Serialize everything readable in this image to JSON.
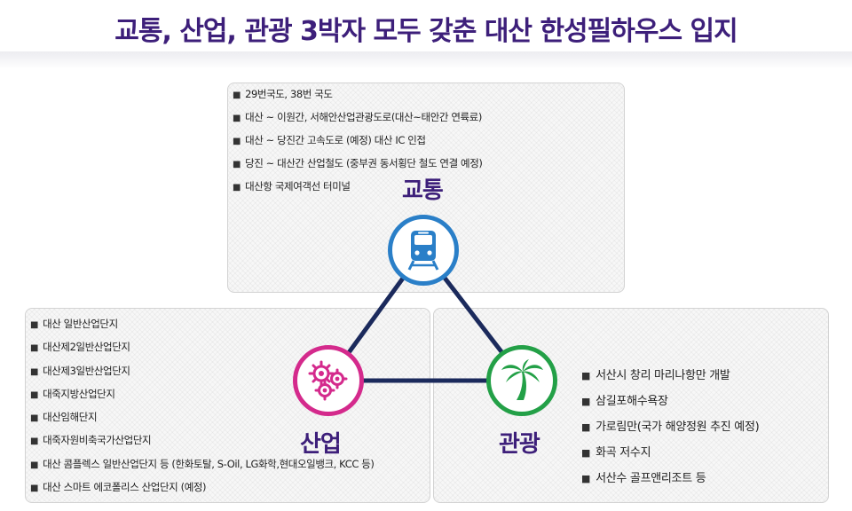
{
  "title": "교통, 산업, 관광 3박자 모두 갖춘 대산 한성필하우스 입지",
  "transport": {
    "label": "교통",
    "icon": "train-icon",
    "color": "#2a7fc8",
    "items": [
      "29번국도, 38번 국도",
      "대산 ~ 이원간, 서해안산업관광도로(대산~태안간 연륙료)",
      "대산 ~ 당진간 고속도로 (예정) 대산 IC 인접",
      "당진 ~ 대산간 산업철도 (중부권 동서횡단 철도 연결 예정)",
      "대산항 국제여객선 터미널"
    ]
  },
  "industry": {
    "label": "산업",
    "icon": "gears-icon",
    "color": "#d42a8c",
    "items": [
      "대산 일반산업단지",
      "대산제2일반산업단지",
      "대산제3일반산업단지",
      "대죽지방산업단지",
      "대산임해단지",
      "대죽자원비축국가산업단지",
      "대산 콤플렉스 일반산업단지 등 (한화토탈, S-Oil, LG화학,현대오일뱅크, KCC 등)",
      "대산 스마트 에코폴리스 산업단지 (예정)"
    ]
  },
  "tourism": {
    "label": "관광",
    "icon": "palm-tree-icon",
    "color": "#23a047",
    "items": [
      "서산시 창리 마리나항만 개발",
      "삼길포해수욕장",
      "가로림만(국가 해양정원 추진 예정)",
      "화곡 저수지",
      "서산수 골프앤리조트 등"
    ]
  },
  "connector_color": "#1b2a5c"
}
